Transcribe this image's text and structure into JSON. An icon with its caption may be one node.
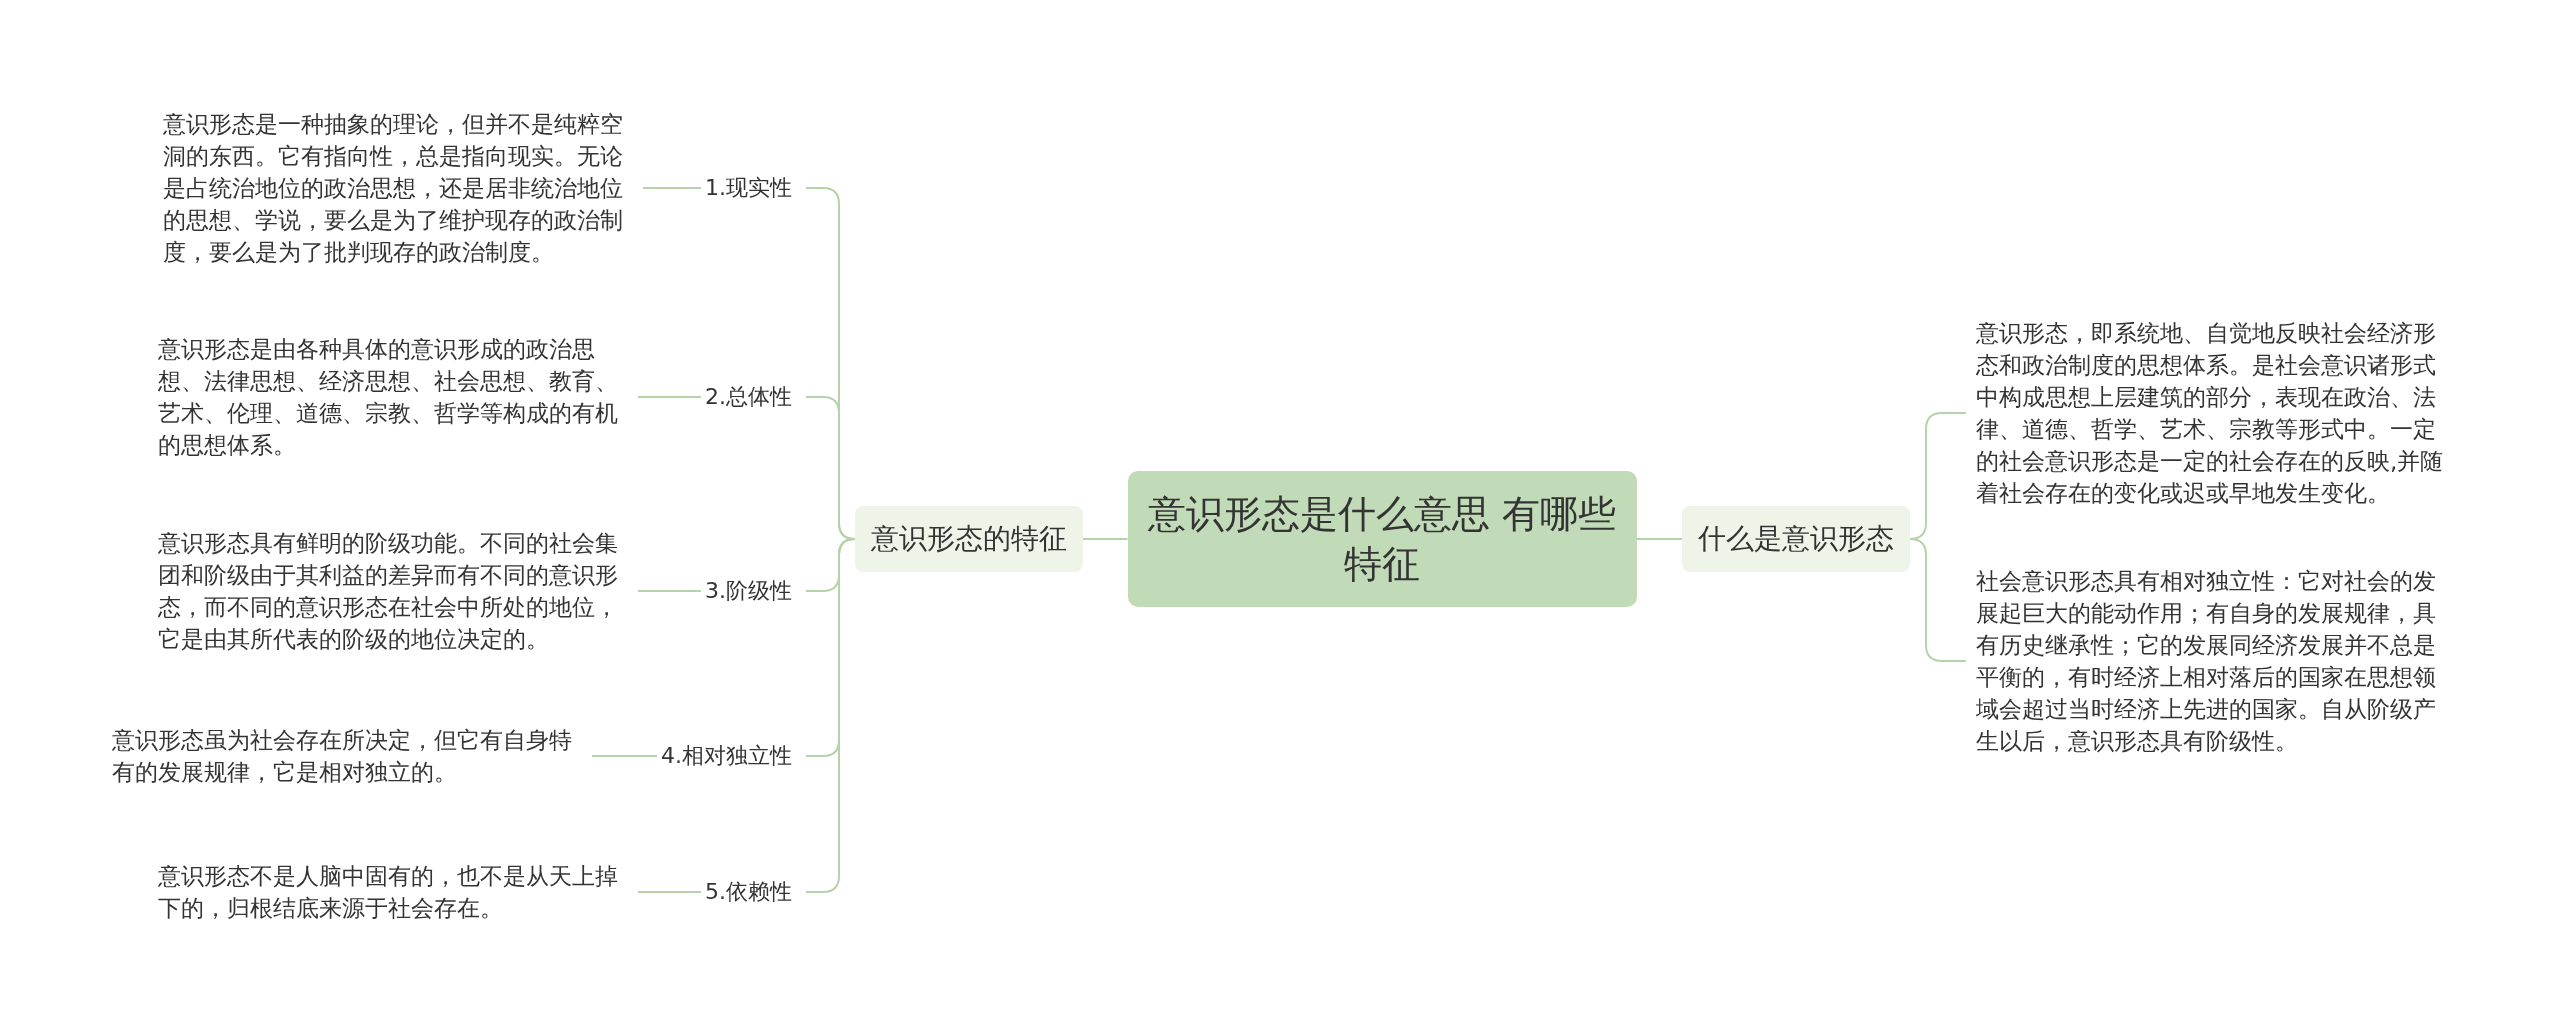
{
  "diagram": {
    "nodes": [
      {
        "text": [
          "意识形态是什么意思 有哪些特征"
        ]
      },
      {
        "text": [
          "意识形态的特征"
        ]
      },
      {
        "text": [
          "1.现实性"
        ]
      },
      {
        "text": [
          "2.总体性"
        ]
      },
      {
        "text": [
          "3.阶级性"
        ]
      },
      {
        "text": [
          "4.相对独立性"
        ]
      },
      {
        "text": [
          "5.依赖性"
        ]
      },
      {
        "text": [
          "意识形态是一种抽象的理论，但并不是纯粹空洞的东西。它有指向性，总是指向现实。无论是占统治地位的政治思想，还是居非统治地位的思想、学说，要么是为了维护现存的政治制度，要么是为了批判现存的政治制度。"
        ]
      },
      {
        "text": [
          "意识形态是由各种具体的意识形成的政治思想、法律思想、经济思想、社会思想、教育、艺术、伦理、道德、宗教、哲学等构成的有机的思想体系。"
        ]
      },
      {
        "text": [
          "意识形态具有鲜明的阶级功能。不同的社会集团和阶级由于其利益的差异而有不同的意识形态，而不同的意识形态在社会中所处的地位，它是由其所代表的阶级的地位决定的。"
        ]
      },
      {
        "text": [
          "意识形态虽为社会存在所决定，但它有自身特有的发展规律，它是相对独立的。"
        ]
      },
      {
        "text": [
          "意识形态不是人脑中固有的，也不是从天上掉下的，归根结底来源于社会存在。"
        ]
      },
      {
        "text": [
          "什么是意识形态"
        ]
      },
      {
        "text": [
          "意识形态，即系统地、自觉地反映社会经济形态和政治制度的思想体系。是社会意识诸形式中构成思想上层建筑的部分，表现在政治、法律、道德、哲学、艺术、宗教等形式中。一定的社会意识形态是一定的社会存在的反映,并随着社会存在的变化或迟或早地发生变化。"
        ]
      },
      {
        "text": [
          "社会意识形态具有相对独立性：它对社会的发展起巨大的能动作用；有自身的发展规律，具有历史继承性；它的发展同经济发展并不总是平衡的，有时经济上相对落后的国家在思想领域会超过当时经济上先进的国家。自从阶级产生以后，意识形态具有阶级性。"
        ]
      }
    ],
    "edges": [
      {
        "from": 0,
        "to": 1,
        "arrow": "none"
      },
      {
        "from": 1,
        "to": 2,
        "arrow": "none"
      },
      {
        "from": 1,
        "to": 3,
        "arrow": "none"
      },
      {
        "from": 1,
        "to": 4,
        "arrow": "none"
      },
      {
        "from": 1,
        "to": 5,
        "arrow": "none"
      },
      {
        "from": 1,
        "to": 6,
        "arrow": "none"
      },
      {
        "from": 2,
        "to": 7,
        "arrow": "none"
      },
      {
        "from": 3,
        "to": 8,
        "arrow": "none"
      },
      {
        "from": 4,
        "to": 9,
        "arrow": "none"
      },
      {
        "from": 5,
        "to": 10,
        "arrow": "none"
      },
      {
        "from": 6,
        "to": 11,
        "arrow": "none"
      },
      {
        "from": 0,
        "to": 12,
        "arrow": "none"
      },
      {
        "from": 12,
        "to": 13,
        "arrow": "none"
      },
      {
        "from": 12,
        "to": 14,
        "arrow": "none"
      }
    ]
  }
}
